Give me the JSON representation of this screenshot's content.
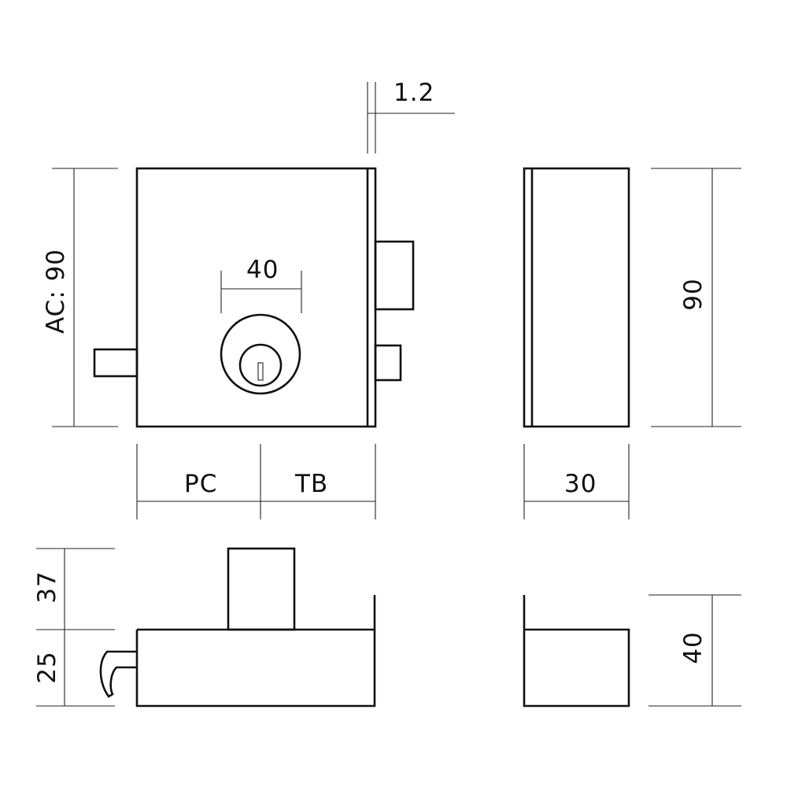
{
  "labels": {
    "clearance": "1.2",
    "cylinder_width": "40",
    "height_ac": "AC: 90",
    "height_side": "90",
    "pc": "PC",
    "tb": "TB",
    "depth": "30",
    "bolt_throw": "37",
    "body_thickness": "25",
    "side_height": "40"
  }
}
